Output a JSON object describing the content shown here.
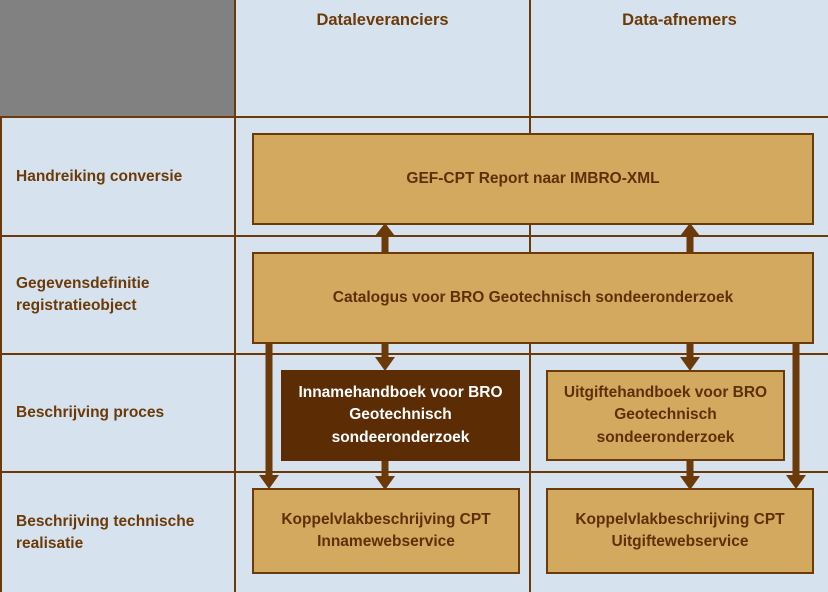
{
  "diagram": {
    "corner_cell": "",
    "columns": [
      {
        "id": "dataleveranciers",
        "label": "Dataleveranciers"
      },
      {
        "id": "data-afnemers",
        "label": "Data-afnemers"
      }
    ],
    "rows": [
      {
        "id": "handreiking-conversie",
        "label": "Handreiking conversie"
      },
      {
        "id": "gegevensdefinitie-registratieobject",
        "label": "Gegevensdefinitie registratieobject"
      },
      {
        "id": "beschrijving-proces",
        "label": "Beschrijving proces"
      },
      {
        "id": "beschrijving-technische-realisatie",
        "label": "Beschrijving technische realisatie"
      }
    ],
    "boxes": [
      {
        "id": "gef-cpt-report",
        "label": "GEF-CPT Report naar IMBRO-XML",
        "row": "handreiking-conversie",
        "span": "both-columns",
        "style": "normal"
      },
      {
        "id": "catalogus-bro",
        "label": "Catalogus voor BRO Geotechnisch sondeeronderzoek",
        "row": "gegevensdefinitie-registratieobject",
        "span": "both-columns",
        "style": "normal"
      },
      {
        "id": "innamehandboek",
        "label": "Innamehandboek voor BRO Geotechnisch sondeeronderzoek",
        "row": "beschrijving-proces",
        "span": "dataleveranciers",
        "style": "highlight"
      },
      {
        "id": "uitgiftehandboek",
        "label": "Uitgiftehandboek voor BRO Geotechnisch sondeeronderzoek",
        "row": "beschrijving-proces",
        "span": "data-afnemers",
        "style": "normal"
      },
      {
        "id": "koppelvlak-inname",
        "label": "Koppelvlakbeschrijving CPT Innamewebservice",
        "row": "beschrijving-technische-realisatie",
        "span": "dataleveranciers",
        "style": "normal"
      },
      {
        "id": "koppelvlak-uitgifte",
        "label": "Koppelvlakbeschrijving CPT Uitgiftewebservice",
        "row": "beschrijving-technische-realisatie",
        "span": "data-afnemers",
        "style": "normal"
      }
    ],
    "connectors": [
      {
        "id": "catalogus-to-gefcpt-left",
        "from": "catalogus-bro",
        "to": "gef-cpt-report",
        "direction": "up"
      },
      {
        "id": "catalogus-to-gefcpt-right",
        "from": "catalogus-bro",
        "to": "gef-cpt-report",
        "direction": "up"
      },
      {
        "id": "catalogus-to-innamehandboek",
        "from": "catalogus-bro",
        "to": "innamehandboek",
        "direction": "down"
      },
      {
        "id": "catalogus-to-uitgiftehandboek",
        "from": "catalogus-bro",
        "to": "uitgiftehandboek",
        "direction": "down"
      },
      {
        "id": "catalogus-to-koppelvlak-inname",
        "from": "catalogus-bro",
        "to": "koppelvlak-inname",
        "direction": "down"
      },
      {
        "id": "catalogus-to-koppelvlak-uitgifte",
        "from": "catalogus-bro",
        "to": "koppelvlak-uitgifte",
        "direction": "down"
      },
      {
        "id": "innamehandboek-to-koppelvlak-inname",
        "from": "innamehandboek",
        "to": "koppelvlak-inname",
        "direction": "down"
      },
      {
        "id": "uitgiftehandboek-to-koppelvlak-uitgifte",
        "from": "uitgiftehandboek",
        "to": "koppelvlak-uitgifte",
        "direction": "down"
      }
    ],
    "colors": {
      "corner_grey": "#818181",
      "cell_background": "#d6e3ef",
      "box_fill": "#d3a95f",
      "box_highlight_fill": "#5c2d05",
      "border_brown": "#6b3a08",
      "text_brown": "#6b3a08",
      "text_on_highlight": "#ffffff"
    }
  }
}
